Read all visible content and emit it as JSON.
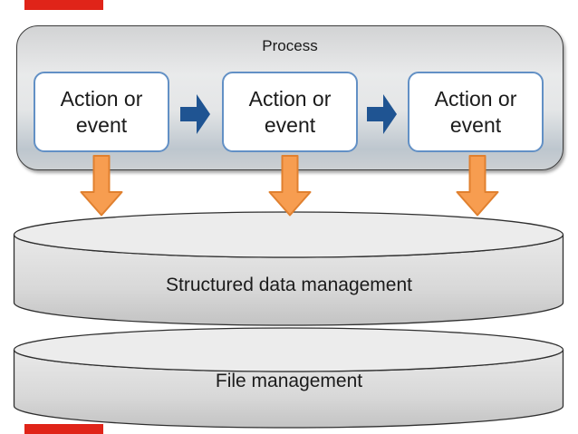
{
  "slide": {
    "process_group": {
      "title": "Process",
      "steps": [
        {
          "label": "Action or event"
        },
        {
          "label": "Action or event"
        },
        {
          "label": "Action or event"
        }
      ]
    },
    "layers": [
      {
        "label": "Structured data management"
      },
      {
        "label": "File management"
      }
    ],
    "icons": {
      "flow_arrow": "right-arrow-icon",
      "drop_arrow": "down-arrow-icon"
    },
    "colors": {
      "accent_red": "#e02419",
      "flow_arrow_blue": "#1f5492",
      "drop_arrow_orange_fill": "#f79d50",
      "drop_arrow_orange_border": "#e0802f",
      "step_box_border_blue": "#6290c5",
      "cylinder_gray": "#d9d9d9"
    }
  }
}
